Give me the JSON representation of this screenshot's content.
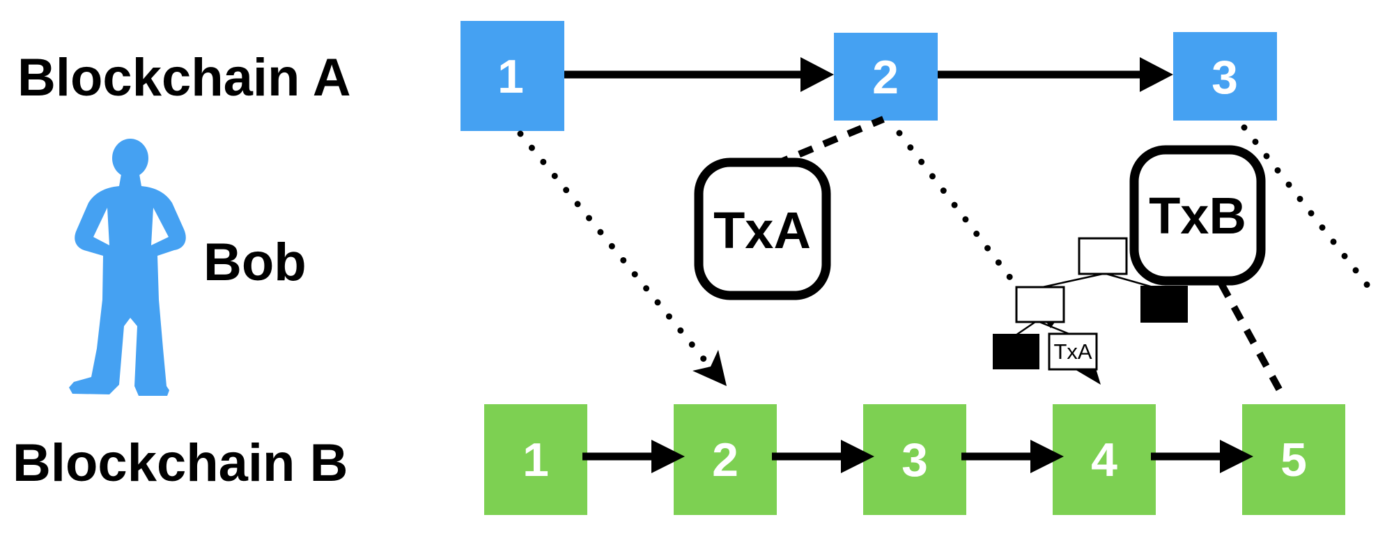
{
  "labels": {
    "chain_a": "Blockchain A",
    "chain_b": "Blockchain B",
    "actor": "Bob"
  },
  "chain_a": {
    "blocks": [
      "1",
      "2",
      "3"
    ]
  },
  "chain_b": {
    "blocks": [
      "1",
      "2",
      "3",
      "4",
      "5"
    ]
  },
  "tx_boxes": {
    "tx_a": "TxA",
    "tx_b": "TxB"
  },
  "merkle": {
    "leaf_label": "TxA"
  },
  "colors": {
    "chain_a_block": "#45a1f2",
    "chain_b_block": "#7dd052",
    "actor_silhouette": "#45a1f2",
    "block_number_text": "#ffffff",
    "connector": "#000000",
    "background": "#ffffff"
  }
}
